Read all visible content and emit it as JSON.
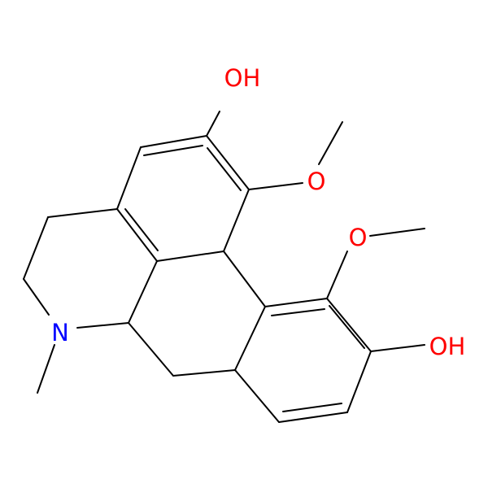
{
  "atoms": {
    "oh_top": {
      "text": "OH",
      "color": "#ff0000"
    },
    "o_methoxy_top": {
      "text": "O",
      "color": "#ff0000"
    },
    "o_methoxy_right": {
      "text": "O",
      "color": "#ff0000"
    },
    "oh_right": {
      "text": "OH",
      "color": "#ff0000"
    },
    "n_amine": {
      "text": "N",
      "color": "#0000ff"
    }
  },
  "colors": {
    "bond": "#000000",
    "oxygen": "#ff0000",
    "nitrogen": "#0000ff",
    "background": "#ffffff"
  }
}
